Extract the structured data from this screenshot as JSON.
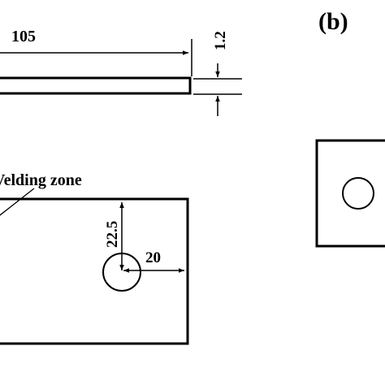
{
  "labels": {
    "length": "105",
    "thickness": "1.2",
    "panel": "(b)",
    "zone": "Velding zone",
    "hole_distance_vertical": "22.5",
    "hole_distance_horizontal": "20"
  },
  "colors": {
    "line": "#000000",
    "background": "#ffffff"
  }
}
